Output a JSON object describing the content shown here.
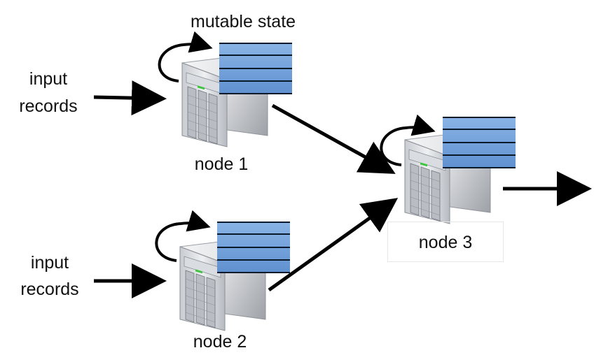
{
  "labels": {
    "mutable_state": "mutable state",
    "input_records_1_line1": "input",
    "input_records_1_line2": "records",
    "input_records_2_line1": "input",
    "input_records_2_line2": "records",
    "node1": "node 1",
    "node2": "node 2",
    "node3": "node 3"
  },
  "icons": {
    "server": "server-icon",
    "state_stack": "state-table-icon",
    "loop_arrow": "circular-arrow-icon"
  },
  "colors": {
    "state_fill": "#6f9ed8",
    "state_lines": "#0a1a2a",
    "arrow": "#000000"
  }
}
